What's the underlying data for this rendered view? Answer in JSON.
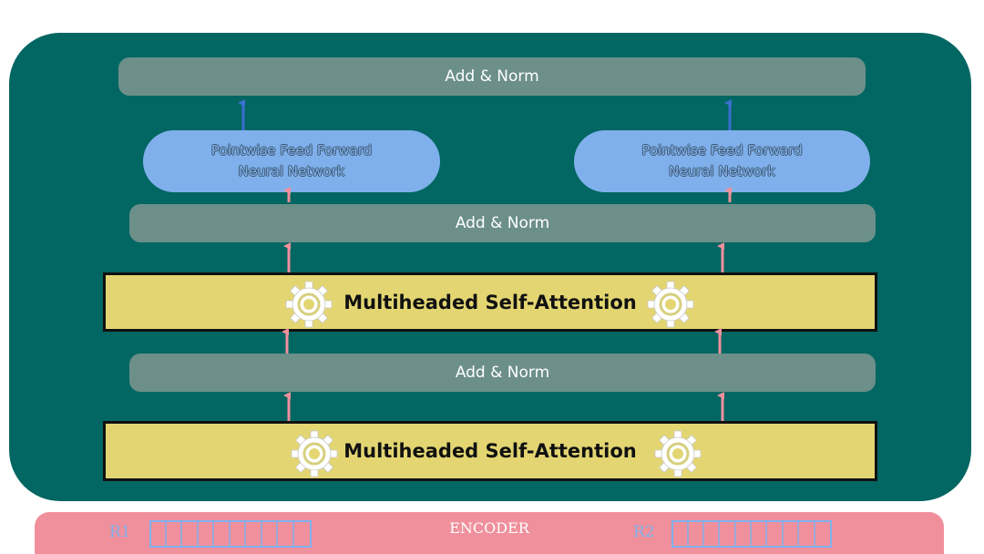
{
  "decoder": {
    "add_norm_top": "Add & Norm",
    "ffn_left_line1": "Pointwise Feed Forward",
    "ffn_left_line2": "Neural Network",
    "ffn_right_line1": "Pointwise Feed Forward",
    "ffn_right_line2": "Neural Network",
    "add_norm_middle": "Add & Norm",
    "attention_upper": "Multiheaded Self-Attention",
    "add_norm_lower": "Add & Norm",
    "attention_lower": "Multiheaded Self-Attention"
  },
  "encoder": {
    "title": "ENCODER",
    "r1_label": "R1",
    "r2_label": "R2"
  },
  "colors": {
    "decoder_bg": "#026662",
    "add_norm": "#6c8f8a",
    "ffn": "#7fb0ec",
    "attention": "#e3d672",
    "encoder": "#ef909c",
    "arrow_pink": "#ef909c",
    "arrow_blue": "#3a6fcf"
  }
}
